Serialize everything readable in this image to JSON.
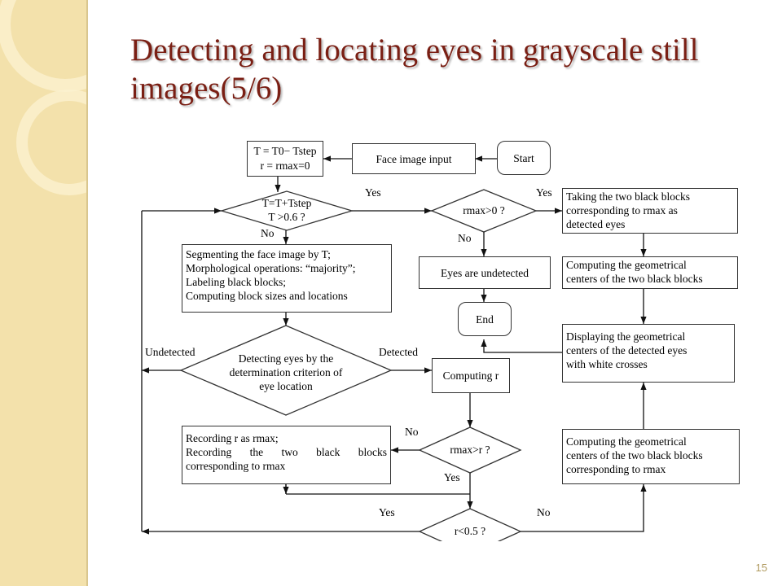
{
  "slide": {
    "title": "Detecting and locating eyes in grayscale still images(5/6)",
    "slide_number": "15",
    "accent_color": "#7a1f14",
    "sidebar_color": "#f3e1ab"
  },
  "flowchart": {
    "start": "Start",
    "face_input": "Face image input",
    "init_line1": "T = T0− Tstep",
    "init_line2": "r = rmax=0",
    "d_threshold_line1": "T=T+Tstep",
    "d_threshold_line2": "T >0.6 ?",
    "d_rmax_pos": "rmax>0 ?",
    "seg_lines": [
      "Segmenting the face image by T;",
      "Morphological operations: “majority”;",
      "Labeling black blocks;",
      "Computing block sizes and locations"
    ],
    "undetected_box": "Eyes are undetected",
    "end": "End",
    "take_two_line1": "Taking the two black blocks",
    "take_two_line2": "corresponding to rmax as",
    "take_two_line3": "detected eyes",
    "centers1_line1": "Computing the geometrical",
    "centers1_line2": "centers of the two black blocks",
    "d_detect_lines": [
      "Detecting eyes by the",
      "determination criterion of",
      "eye location"
    ],
    "display_lines": [
      "Displaying the geometrical",
      "centers of the detected eyes",
      "with white crosses"
    ],
    "compute_r": "Computing r",
    "record_line1": "Recording r as rmax;",
    "record_line2": "Recording the two black blocks",
    "record_line3": "corresponding to rmax",
    "d_rmax_gt_r": "rmax>r ?",
    "centers2_line1": "Computing the geometrical",
    "centers2_line2": "centers of the two black blocks",
    "centers2_line3": "corresponding to rmax",
    "d_r_lt": "r<0.5 ?",
    "labels": {
      "yes1": "Yes",
      "no1": "No",
      "yes2": "Yes",
      "no2": "No",
      "undetected": "Undetected",
      "detected": "Detected",
      "no3": "No",
      "yes3": "Yes",
      "yes4": "Yes",
      "no4": "No"
    }
  }
}
